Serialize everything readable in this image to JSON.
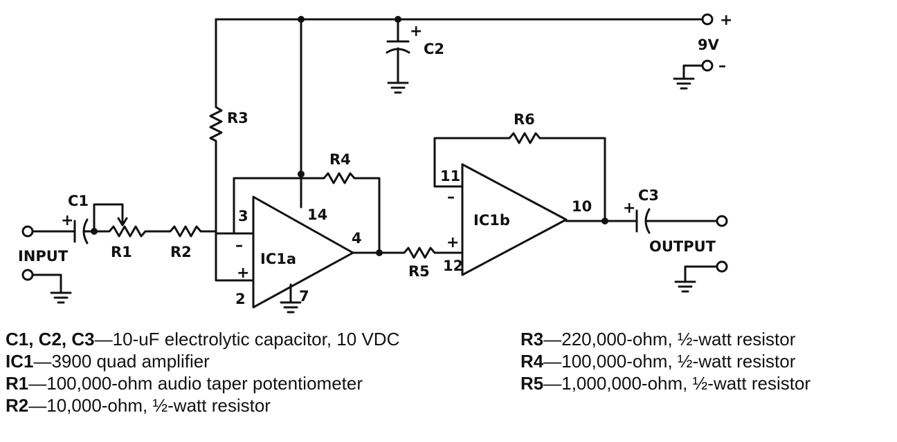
{
  "schematic": {
    "supply_plus": "+",
    "supply_voltage": "9V",
    "supply_minus": "–",
    "input_label": "INPUT",
    "output_label": "OUTPUT",
    "ic1a_label": "IC1a",
    "ic1b_label": "IC1b",
    "components": {
      "c1": "C1",
      "c2": "C2",
      "c3": "C3",
      "r1": "R1",
      "r2": "R2",
      "r3": "R3",
      "r4": "R4",
      "r5": "R5",
      "r6": "R6"
    },
    "pins": {
      "p3": "3",
      "p2": "2",
      "p14": "14",
      "p4": "4",
      "p7": "7",
      "p11": "11",
      "p12": "12",
      "p10": "10"
    },
    "polarity": {
      "plus": "+",
      "minus": "–"
    }
  },
  "parts_list": [
    {
      "ref": "C1, C2, C3",
      "desc": "—10-uF electrolytic capacitor, 10 VDC"
    },
    {
      "ref": "IC1",
      "desc": "—3900 quad amplifier"
    },
    {
      "ref": "R1",
      "desc": "—100,000-ohm audio taper potentiometer"
    },
    {
      "ref": "R2",
      "desc": "—10,000-ohm, ½-watt resistor"
    },
    {
      "ref": "R3",
      "desc": "—220,000-ohm, ½-watt resistor"
    },
    {
      "ref": "R4",
      "desc": "—100,000-ohm, ½-watt resistor"
    },
    {
      "ref": "R5",
      "desc": "—1,000,000-ohm, ½-watt resistor"
    }
  ]
}
